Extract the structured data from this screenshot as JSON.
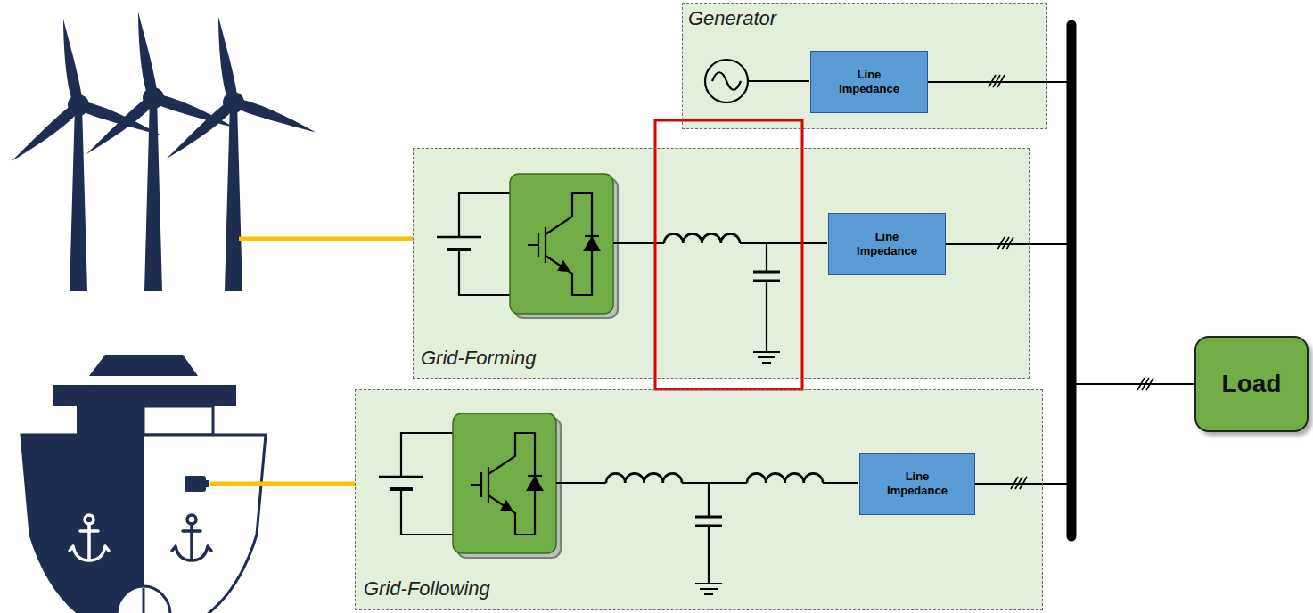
{
  "diagram": {
    "nodes": [
      {
        "text": [
          "Generator"
        ]
      },
      {
        "text": [
          "Line Impedance"
        ],
        "in": 0
      },
      {
        "text": [
          "Grid-Forming"
        ]
      },
      {
        "text": [
          "Line Impedance"
        ],
        "in": 2
      },
      {
        "text": [
          "Grid-Following"
        ]
      },
      {
        "text": [
          "Line Impedance"
        ],
        "in": 4
      },
      {
        "text": [
          "Load"
        ]
      }
    ],
    "edges": [
      {
        "from": 1,
        "to": 6,
        "arrow": "none"
      },
      {
        "from": 3,
        "to": 6,
        "arrow": "none"
      },
      {
        "from": 5,
        "to": 6,
        "arrow": "none"
      }
    ]
  }
}
